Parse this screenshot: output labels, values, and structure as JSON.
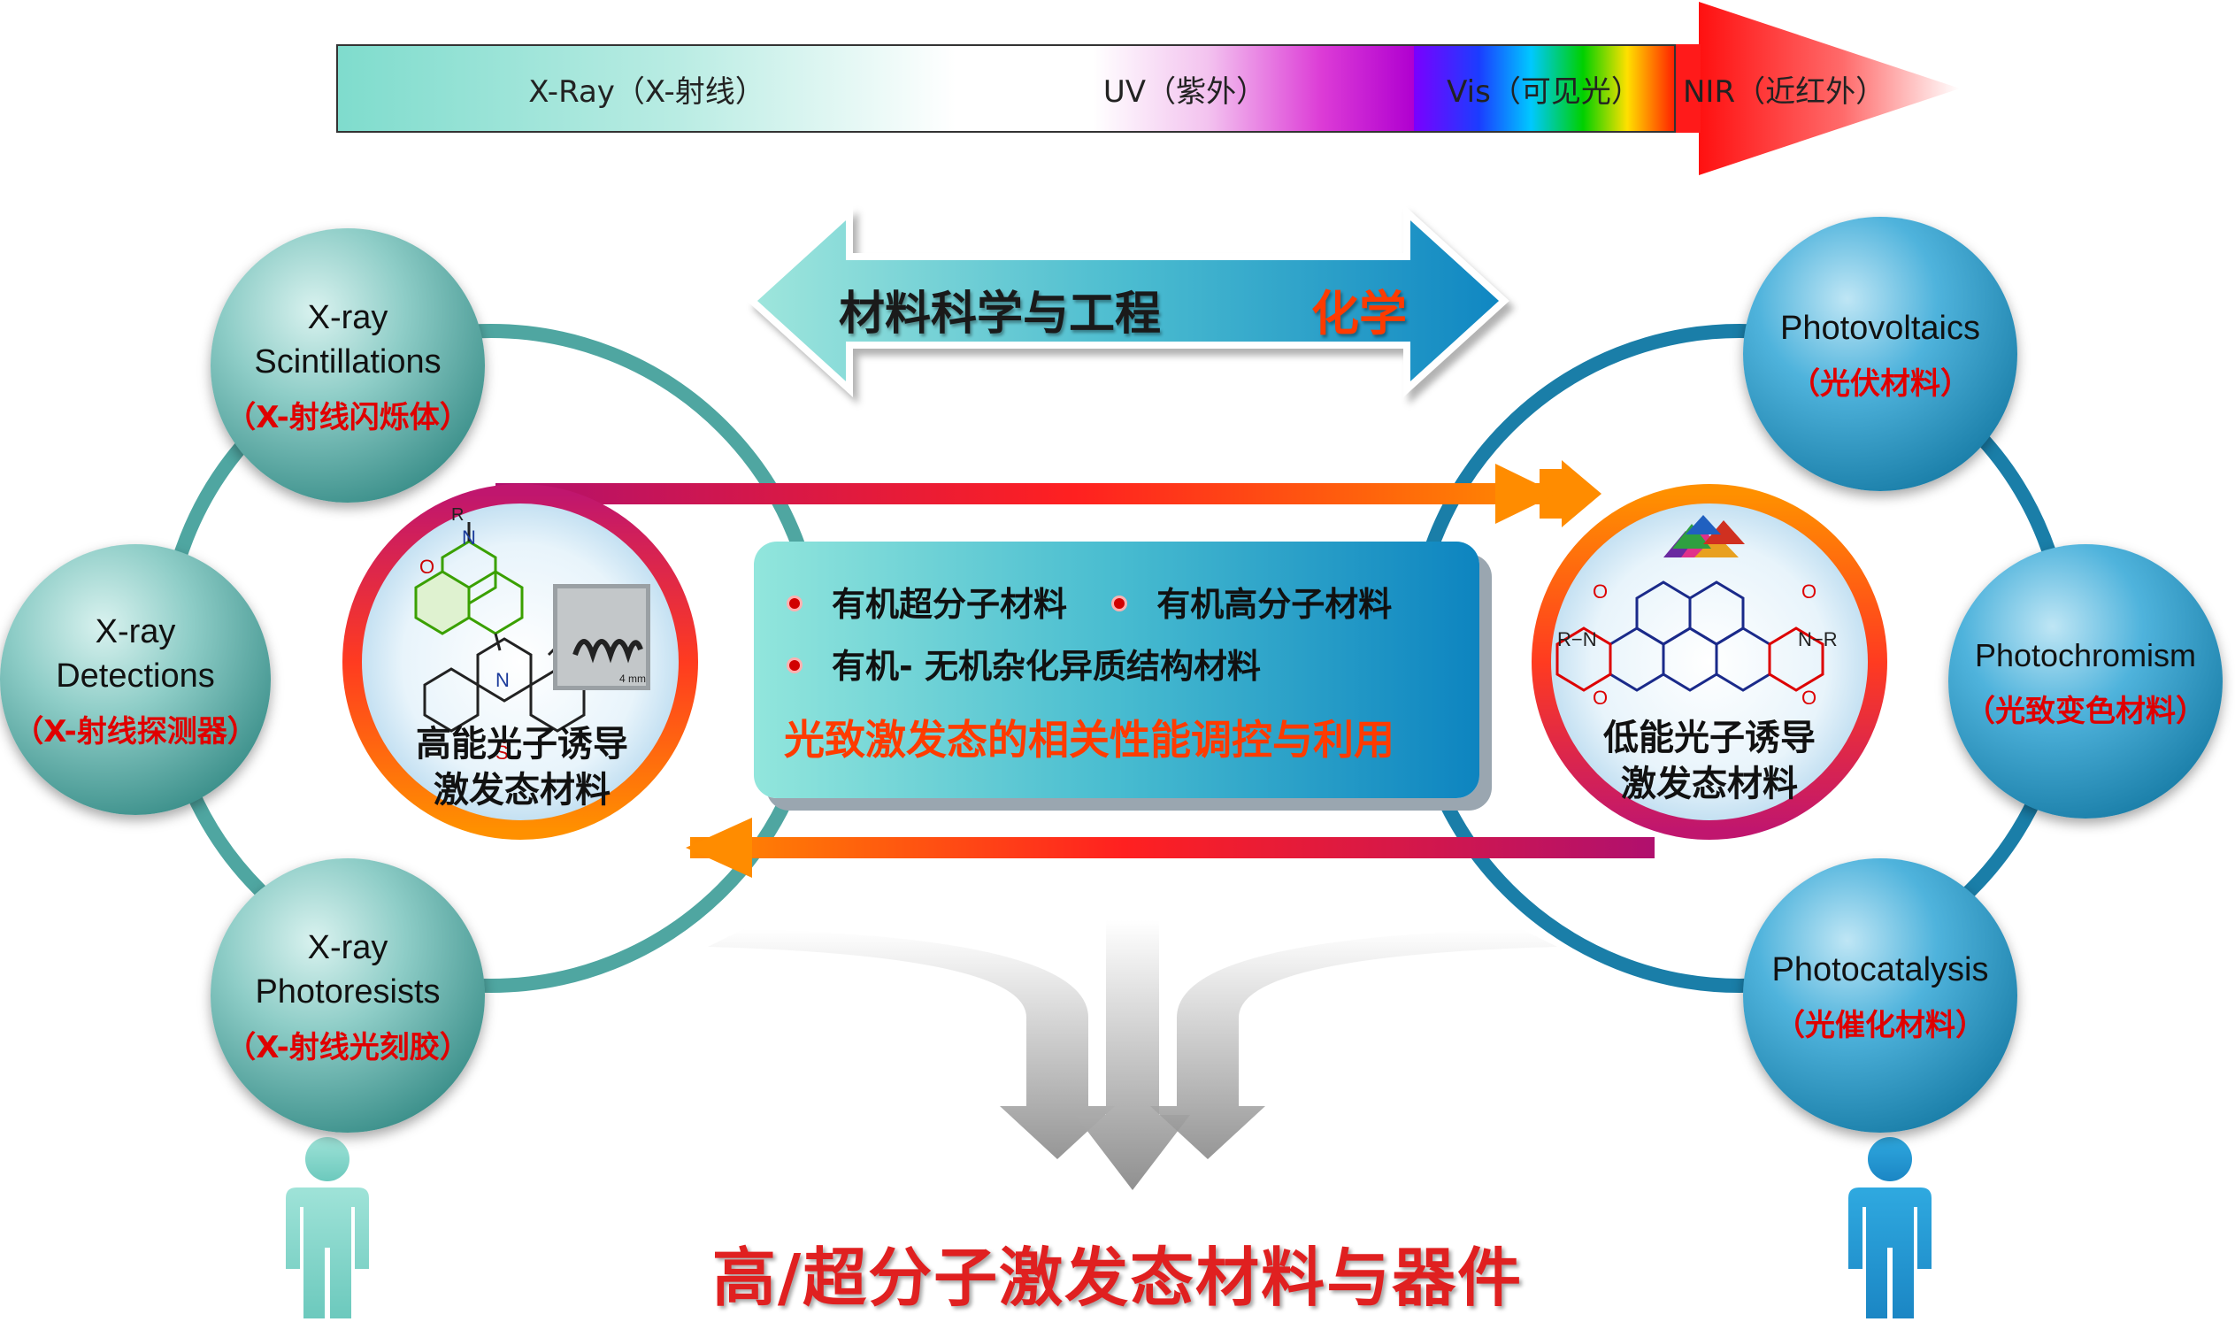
{
  "spectrum": {
    "xray": "X-Ray（X-射线）",
    "uv": "UV（紫外）",
    "vis": "Vis（可见光）",
    "nir": "NIR（近红外）"
  },
  "top_arrow": {
    "left_text": "材料科学与工程",
    "right_text": "化学"
  },
  "left_nodes": [
    {
      "en1": "X-ray",
      "en2": "Scintillations",
      "zh": "（X-射线闪烁体）"
    },
    {
      "en1": "X-ray",
      "en2": "Detections",
      "zh": "（X-射线探测器）"
    },
    {
      "en1": "X-ray",
      "en2": "Photoresists",
      "zh": "（X-射线光刻胶）"
    }
  ],
  "right_nodes": [
    {
      "en": "Photovoltaics",
      "zh": "（光伏材料）"
    },
    {
      "en": "Photochromism",
      "zh": "（光致变色材料）"
    },
    {
      "en": "Photocatalysis",
      "zh": "（光催化材料）"
    }
  ],
  "left_ring": {
    "line1": "高能光子诱导",
    "line2": "激发态材料",
    "scale": "4 mm"
  },
  "right_ring": {
    "line1": "低能光子诱导",
    "line2": "激发态材料"
  },
  "center_box": {
    "item1": "有机超分子材料",
    "item2": "有机高分子材料",
    "item3": "有机- 无机杂化异质结构材料",
    "subtitle": "光致激发态的相关性能调控与利用"
  },
  "bottom_title": "高/超分子激发态材料与器件",
  "colors": {
    "teal": "#4fa6a1",
    "blue": "#1a7ea8",
    "magenta": "#c0166e",
    "orange": "#ff8a00",
    "red": "#e00000"
  }
}
